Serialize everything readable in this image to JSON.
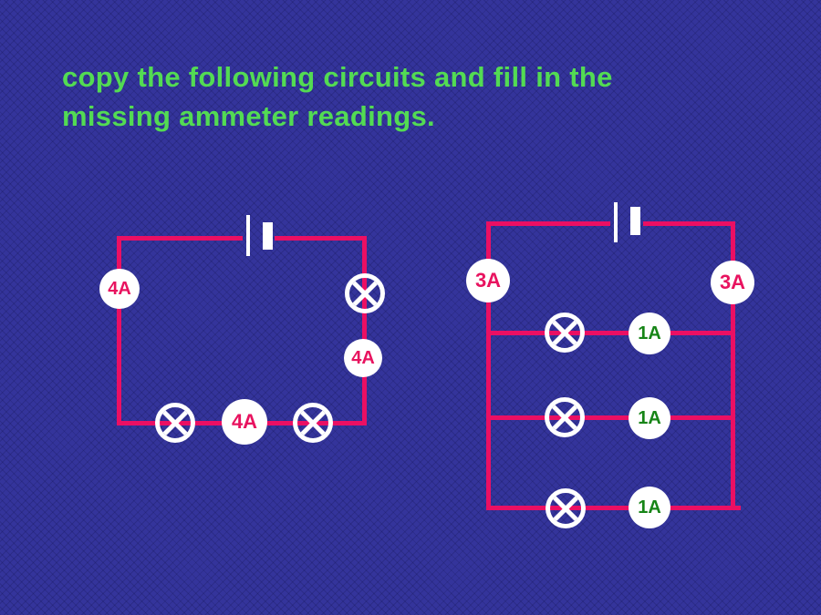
{
  "title": "copy the following circuits and fill in the\nmissing ammeter readings.",
  "colors": {
    "background": "#34349B",
    "wire_pink": "#EB0F63",
    "title_green": "#53DB53",
    "reading_pink": "#E8135F",
    "reading_green": "#178517",
    "component_white": "#FFFFFF"
  },
  "icons": {
    "battery": "battery-cell-icon",
    "lamp": "lamp-circle-cross-icon"
  },
  "circuits": {
    "left": {
      "type": "series",
      "lamp_count": 3,
      "ammeter_readings": [
        "4A",
        "4A",
        "4A"
      ]
    },
    "right": {
      "type": "parallel",
      "lamp_count": 3,
      "main_ammeter_readings": [
        "3A",
        "3A"
      ],
      "branch_ammeter_readings": [
        "1A",
        "1A",
        "1A"
      ]
    }
  }
}
